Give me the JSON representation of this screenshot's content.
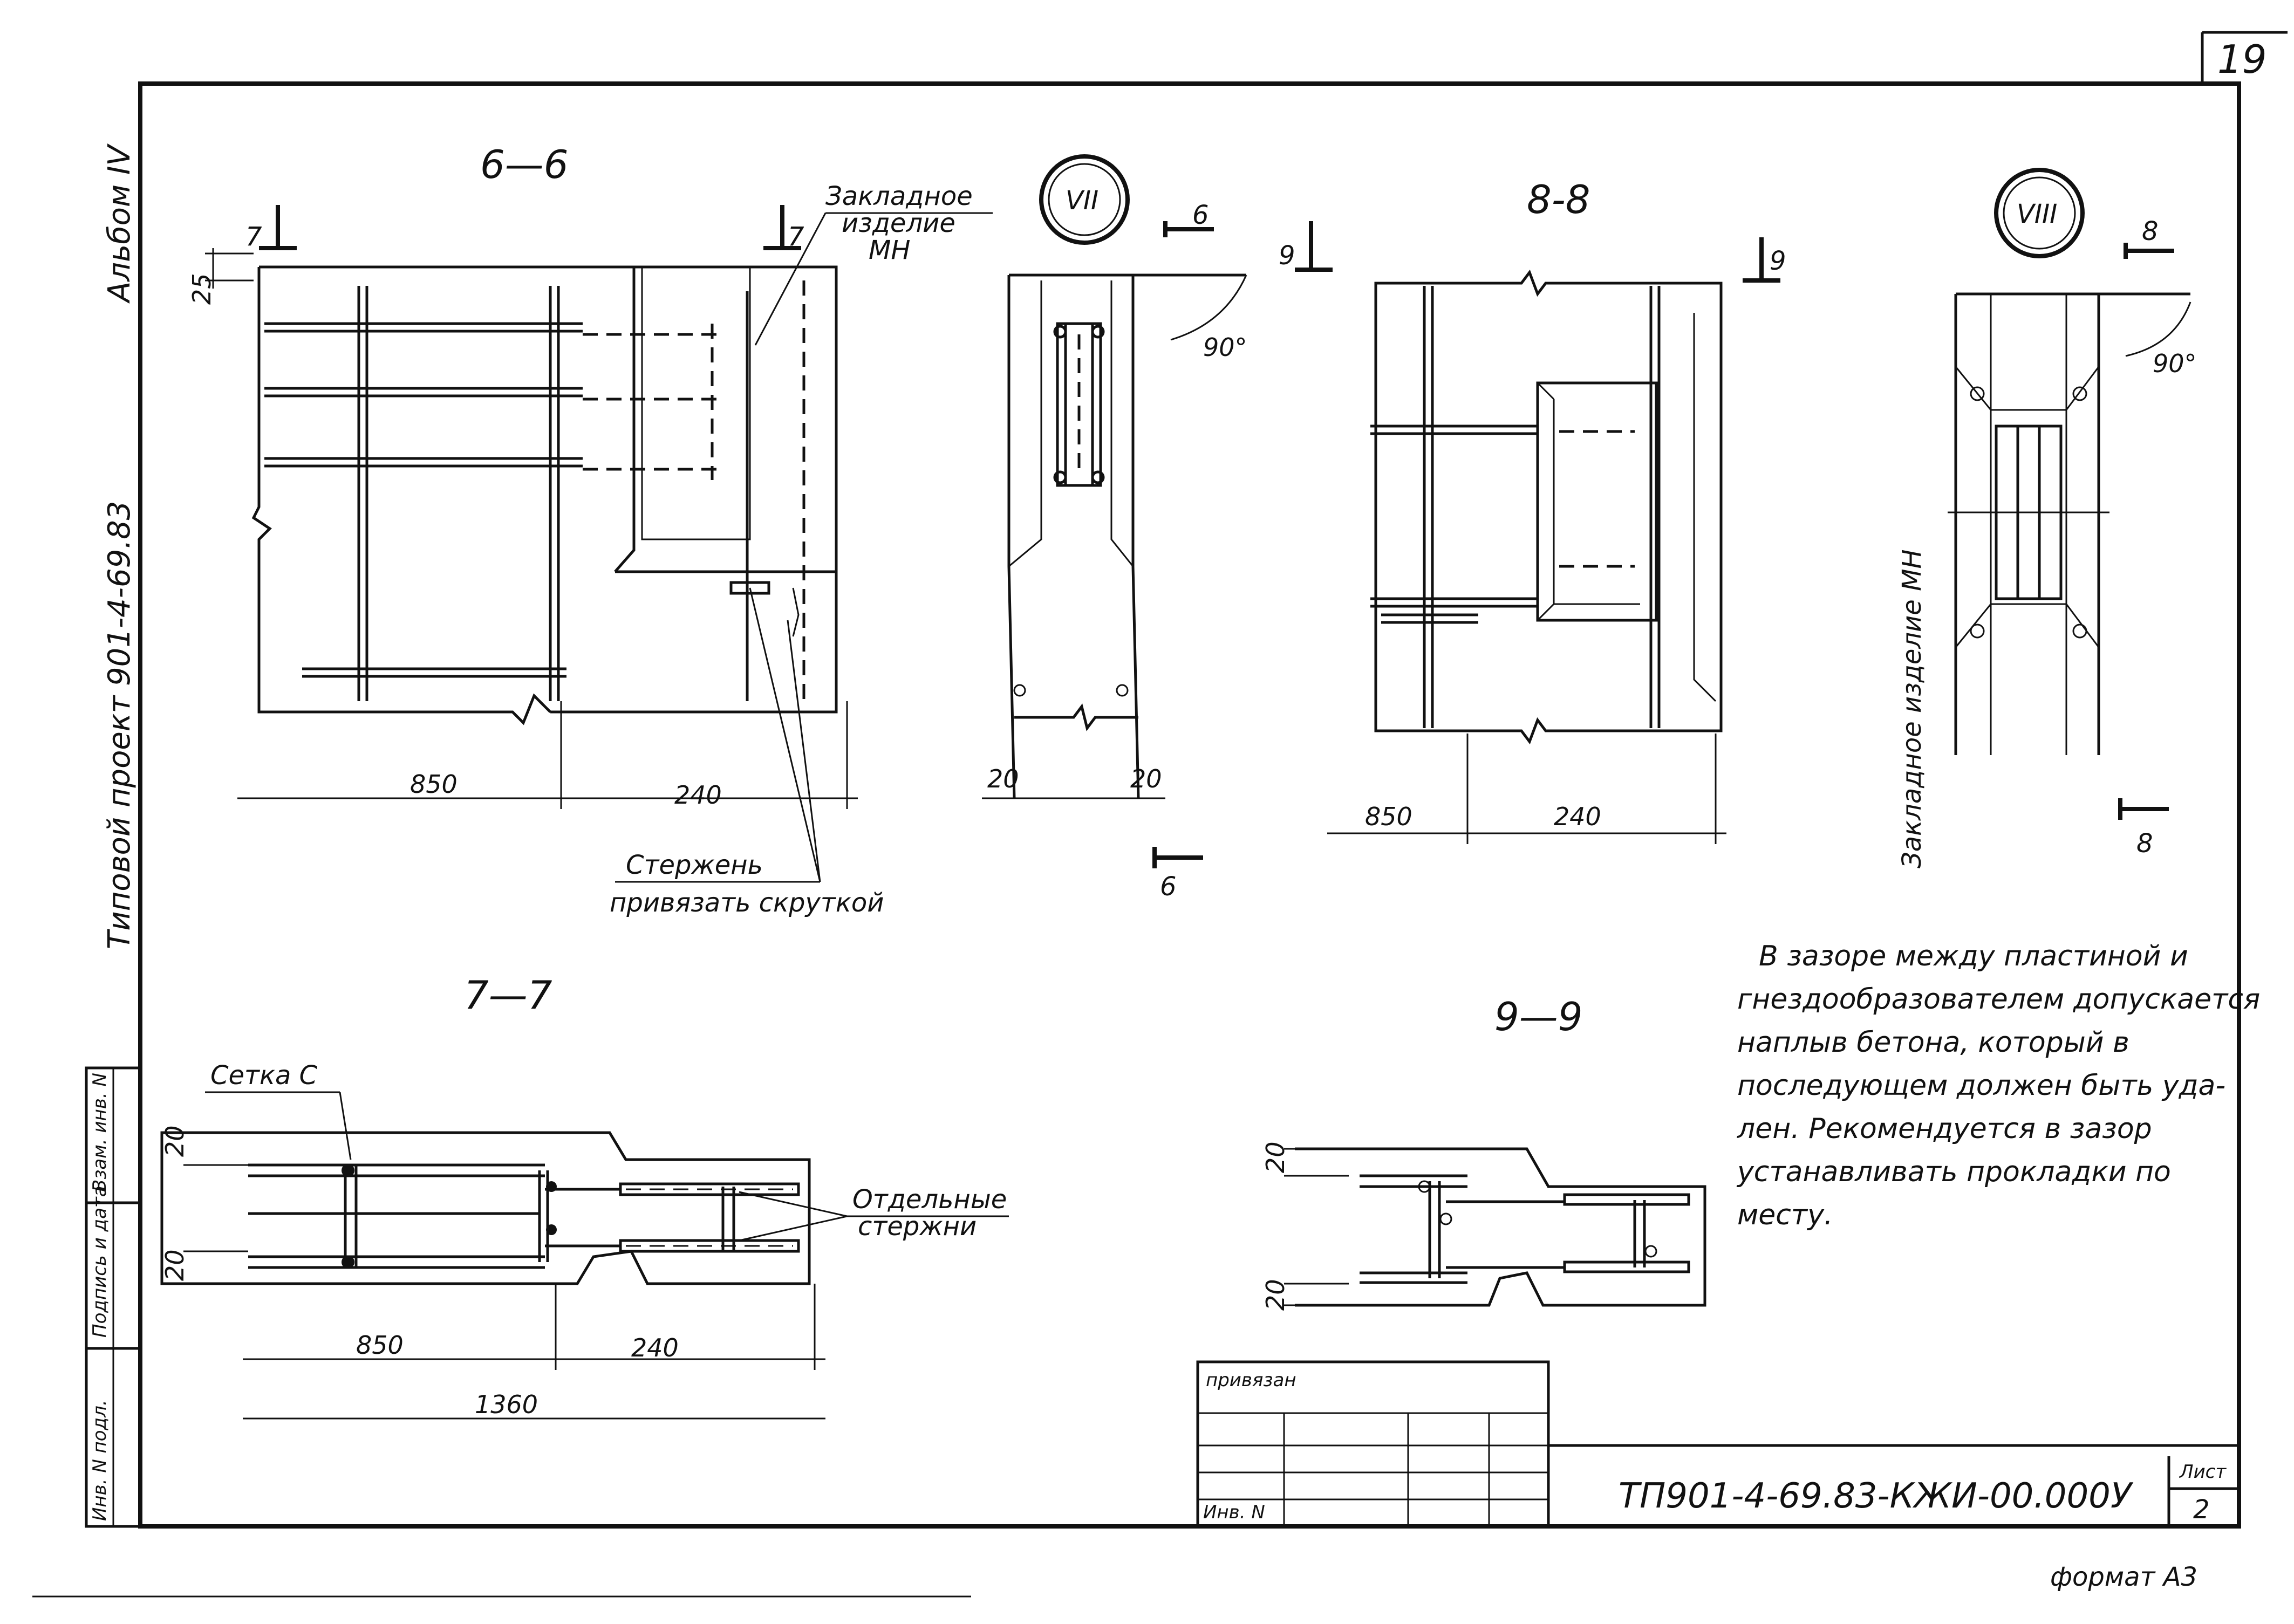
{
  "sheet": {
    "page_number": "19",
    "sheet_label": "Лист",
    "sheet_number": "2",
    "format_label": "формат А3",
    "drawing_code": "ТП901-4-69.83-КЖИ-00.000У"
  },
  "side_titles": {
    "album": "Альбом IV",
    "project": "Типовой проект 901-4-69.83"
  },
  "stamp_columns": [
    "Инв. N подл.",
    "Подпись и дата",
    "Взам. инв. N"
  ],
  "title_block": {
    "attached": "привязан",
    "inv": "Инв. N"
  },
  "views": {
    "s66": {
      "title": "6—6",
      "cut_mark": "7",
      "callout_embed": [
        "Закладное",
        "изделие",
        "МН"
      ],
      "callout_rod": "Стержень",
      "callout_rod_note": "привязать скруткой",
      "dim_top": "25",
      "dim_a": "850",
      "dim_b": "240"
    },
    "nodeVII": {
      "label": "VII",
      "cut_mark": "6",
      "angle": "90°",
      "dim_l": "20",
      "dim_r": "20"
    },
    "s88": {
      "title": "8-8",
      "cut_mark": "9",
      "dim_a": "850",
      "dim_b": "240"
    },
    "nodeVIII": {
      "label": "VIII",
      "cut_mark": "8",
      "angle": "90°",
      "embed_label": "Закладное изделие МН"
    },
    "s77": {
      "title": "7—7",
      "mesh_label": "Сетка С",
      "rods_label": [
        "Отдельные",
        "стержни"
      ],
      "dim_20a": "20",
      "dim_20b": "20",
      "dim_a": "850",
      "dim_b": "240",
      "dim_total": "1360"
    },
    "s99": {
      "title": "9—9",
      "dim_20a": "20",
      "dim_20b": "20"
    }
  },
  "note": [
    "В зазоре между пластиной и",
    "гнездообразователем допускается",
    "наплыв бетона, который в",
    "последующем должен быть уда-",
    "лен. Рекомендуется в зазор",
    "устанавливать прокладки по",
    "месту."
  ]
}
